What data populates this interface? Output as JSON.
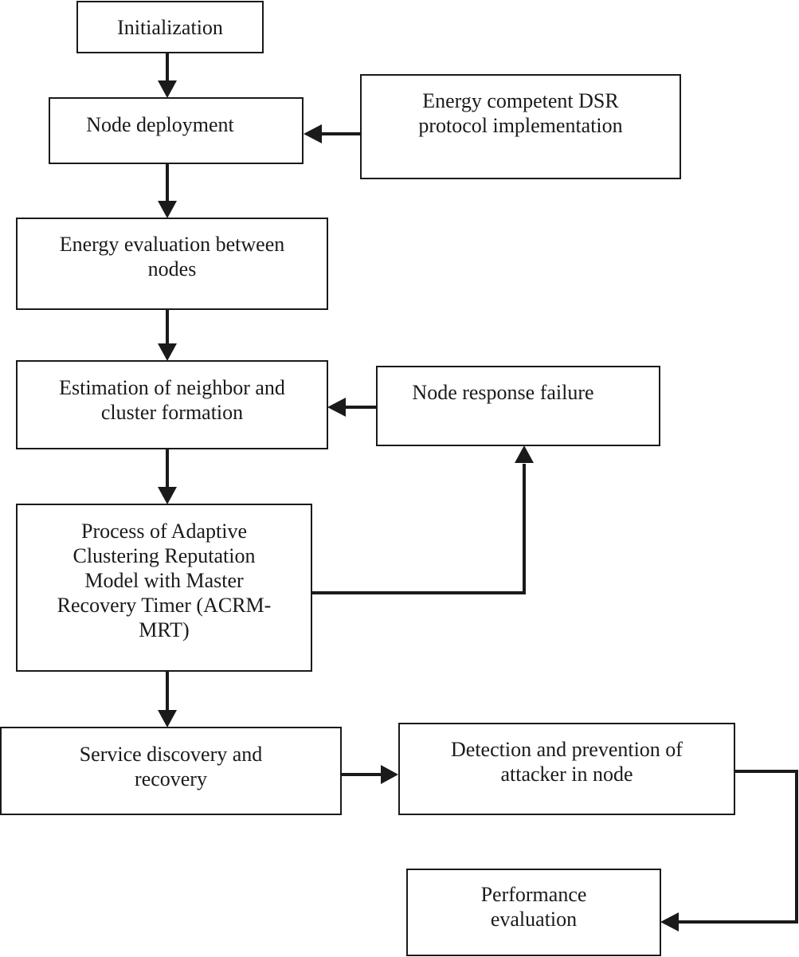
{
  "flowchart": {
    "nodes": [
      {
        "id": "initialization",
        "lines": [
          "Initialization"
        ]
      },
      {
        "id": "node-deployment",
        "lines": [
          "Node deployment"
        ]
      },
      {
        "id": "dsr-protocol",
        "lines": [
          "Energy competent DSR",
          "protocol implementation"
        ]
      },
      {
        "id": "energy-evaluation",
        "lines": [
          "Energy evaluation between",
          "nodes"
        ]
      },
      {
        "id": "neighbor-estimation",
        "lines": [
          "Estimation of neighbor and",
          "cluster formation"
        ]
      },
      {
        "id": "node-response-failure",
        "lines": [
          "Node response failure"
        ]
      },
      {
        "id": "acrm-mrt-process",
        "lines": [
          "Process of Adaptive",
          "Clustering Reputation",
          "Model with Master",
          "Recovery Timer (ACRM-",
          "MRT)"
        ]
      },
      {
        "id": "service-discovery",
        "lines": [
          "Service discovery and",
          "recovery"
        ]
      },
      {
        "id": "attacker-detection",
        "lines": [
          "Detection and prevention of",
          "attacker in node"
        ]
      },
      {
        "id": "performance-evaluation",
        "lines": [
          "Performance",
          "evaluation"
        ]
      }
    ],
    "edges": [
      {
        "from": "initialization",
        "to": "node-deployment"
      },
      {
        "from": "dsr-protocol",
        "to": "node-deployment"
      },
      {
        "from": "node-deployment",
        "to": "energy-evaluation"
      },
      {
        "from": "energy-evaluation",
        "to": "neighbor-estimation"
      },
      {
        "from": "node-response-failure",
        "to": "neighbor-estimation"
      },
      {
        "from": "neighbor-estimation",
        "to": "acrm-mrt-process"
      },
      {
        "from": "acrm-mrt-process",
        "to": "node-response-failure"
      },
      {
        "from": "acrm-mrt-process",
        "to": "service-discovery"
      },
      {
        "from": "service-discovery",
        "to": "attacker-detection"
      },
      {
        "from": "attacker-detection",
        "to": "performance-evaluation"
      }
    ]
  }
}
